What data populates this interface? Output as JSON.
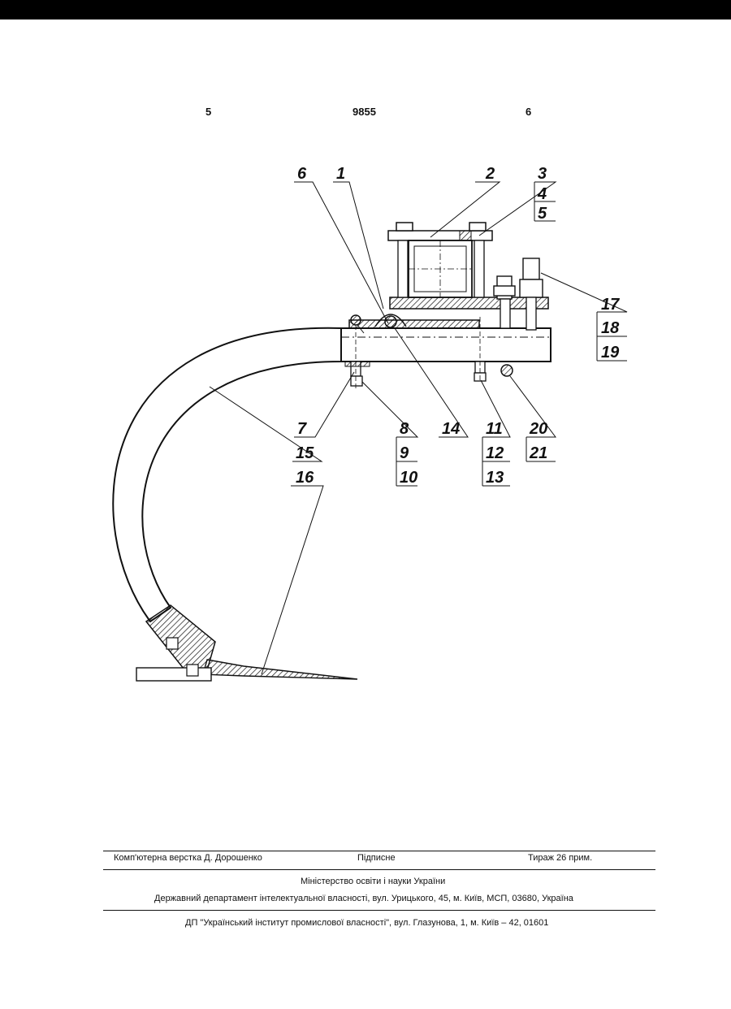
{
  "header": {
    "left_page": "5",
    "patent_number": "9855",
    "right_page": "6"
  },
  "figure": {
    "labels": [
      "1",
      "2",
      "3",
      "4",
      "5",
      "6",
      "7",
      "8",
      "9",
      "10",
      "11",
      "12",
      "13",
      "14",
      "15",
      "16",
      "17",
      "18",
      "19",
      "20",
      "21"
    ]
  },
  "footer": {
    "typesetting": "Комп'ютерна верстка Д. Дорошенко",
    "subscription": "Підписне",
    "circulation": "Тираж 26 прим.",
    "ministry": "Міністерство освіти і науки України",
    "department": "Державний департамент інтелектуальної власності, вул. Урицького, 45, м. Київ, МСП, 03680, Україна",
    "institute": "ДП \"Український інститут промислової власності\", вул. Глазунова, 1, м. Київ – 42, 01601"
  }
}
